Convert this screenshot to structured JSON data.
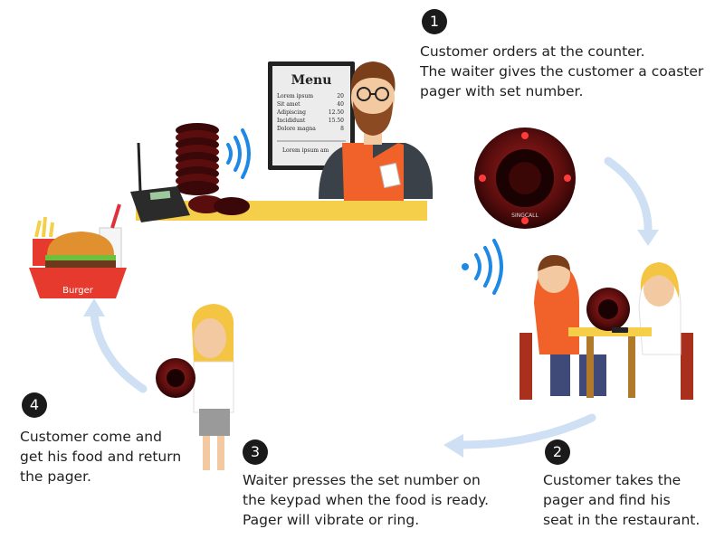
{
  "menu_board": {
    "title": "Menu",
    "items": [
      {
        "name": "Lorem ipsum",
        "price": "20"
      },
      {
        "name": "Sit amet",
        "price": "40"
      },
      {
        "name": "Adipiscing",
        "price": "12.50"
      },
      {
        "name": "Incididunt",
        "price": "15.50"
      },
      {
        "name": "Dolore magna",
        "price": "8"
      }
    ],
    "footer": "Lorem ipsum am"
  },
  "pager_brand": "SINGCALL",
  "burger_label": "Burger",
  "steps": [
    {
      "number": "1",
      "lines": [
        "Customer orders at the counter.",
        "The waiter gives the customer a coaster",
        "pager with set number."
      ]
    },
    {
      "number": "2",
      "lines": [
        "Customer takes the",
        "pager and find his",
        "seat in the restaurant."
      ]
    },
    {
      "number": "3",
      "lines": [
        "Waiter presses the set number on",
        "the keypad when the food is ready.",
        "Pager will vibrate or ring."
      ]
    },
    {
      "number": "4",
      "lines": [
        "Customer come and",
        "get his food and return",
        "the pager."
      ]
    }
  ],
  "colors": {
    "counter": "#f5cf4a",
    "apron": "#f0622a",
    "wifi": "#1e88e5",
    "arrow": "#cfe0f5",
    "pager": "#7a1010"
  }
}
